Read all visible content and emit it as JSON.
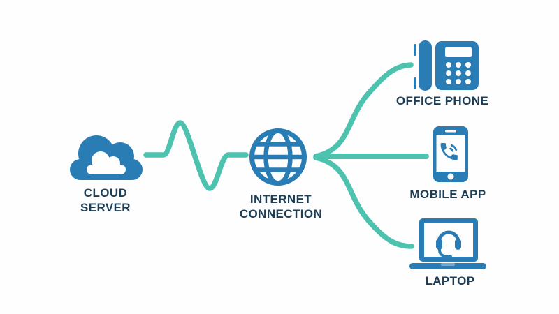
{
  "diagram": {
    "title": "cloud-telephony-network-diagram",
    "background": "#fefefe",
    "colors": {
      "icon_blue": "#2a7cb5",
      "line_teal": "#4cc2af",
      "label_text": "#1c3e57"
    },
    "nodes": {
      "cloud_server": {
        "label": "CLOUD SERVER",
        "icon": "cloud-icon"
      },
      "internet_connection": {
        "label": "INTERNET CONNECTION",
        "icon": "globe-icon"
      },
      "office_phone": {
        "label": "OFFICE PHONE",
        "icon": "desk-phone-icon"
      },
      "mobile_app": {
        "label": "MOBILE APP",
        "icon": "smartphone-call-icon"
      },
      "laptop": {
        "label": "LAPTOP",
        "icon": "laptop-headset-icon"
      }
    },
    "connections": [
      {
        "from": "cloud_server",
        "to": "internet_connection",
        "style": "sine-wave"
      },
      {
        "from": "internet_connection",
        "to": "office_phone",
        "style": "curved"
      },
      {
        "from": "internet_connection",
        "to": "mobile_app",
        "style": "straight"
      },
      {
        "from": "internet_connection",
        "to": "laptop",
        "style": "curved"
      }
    ]
  }
}
